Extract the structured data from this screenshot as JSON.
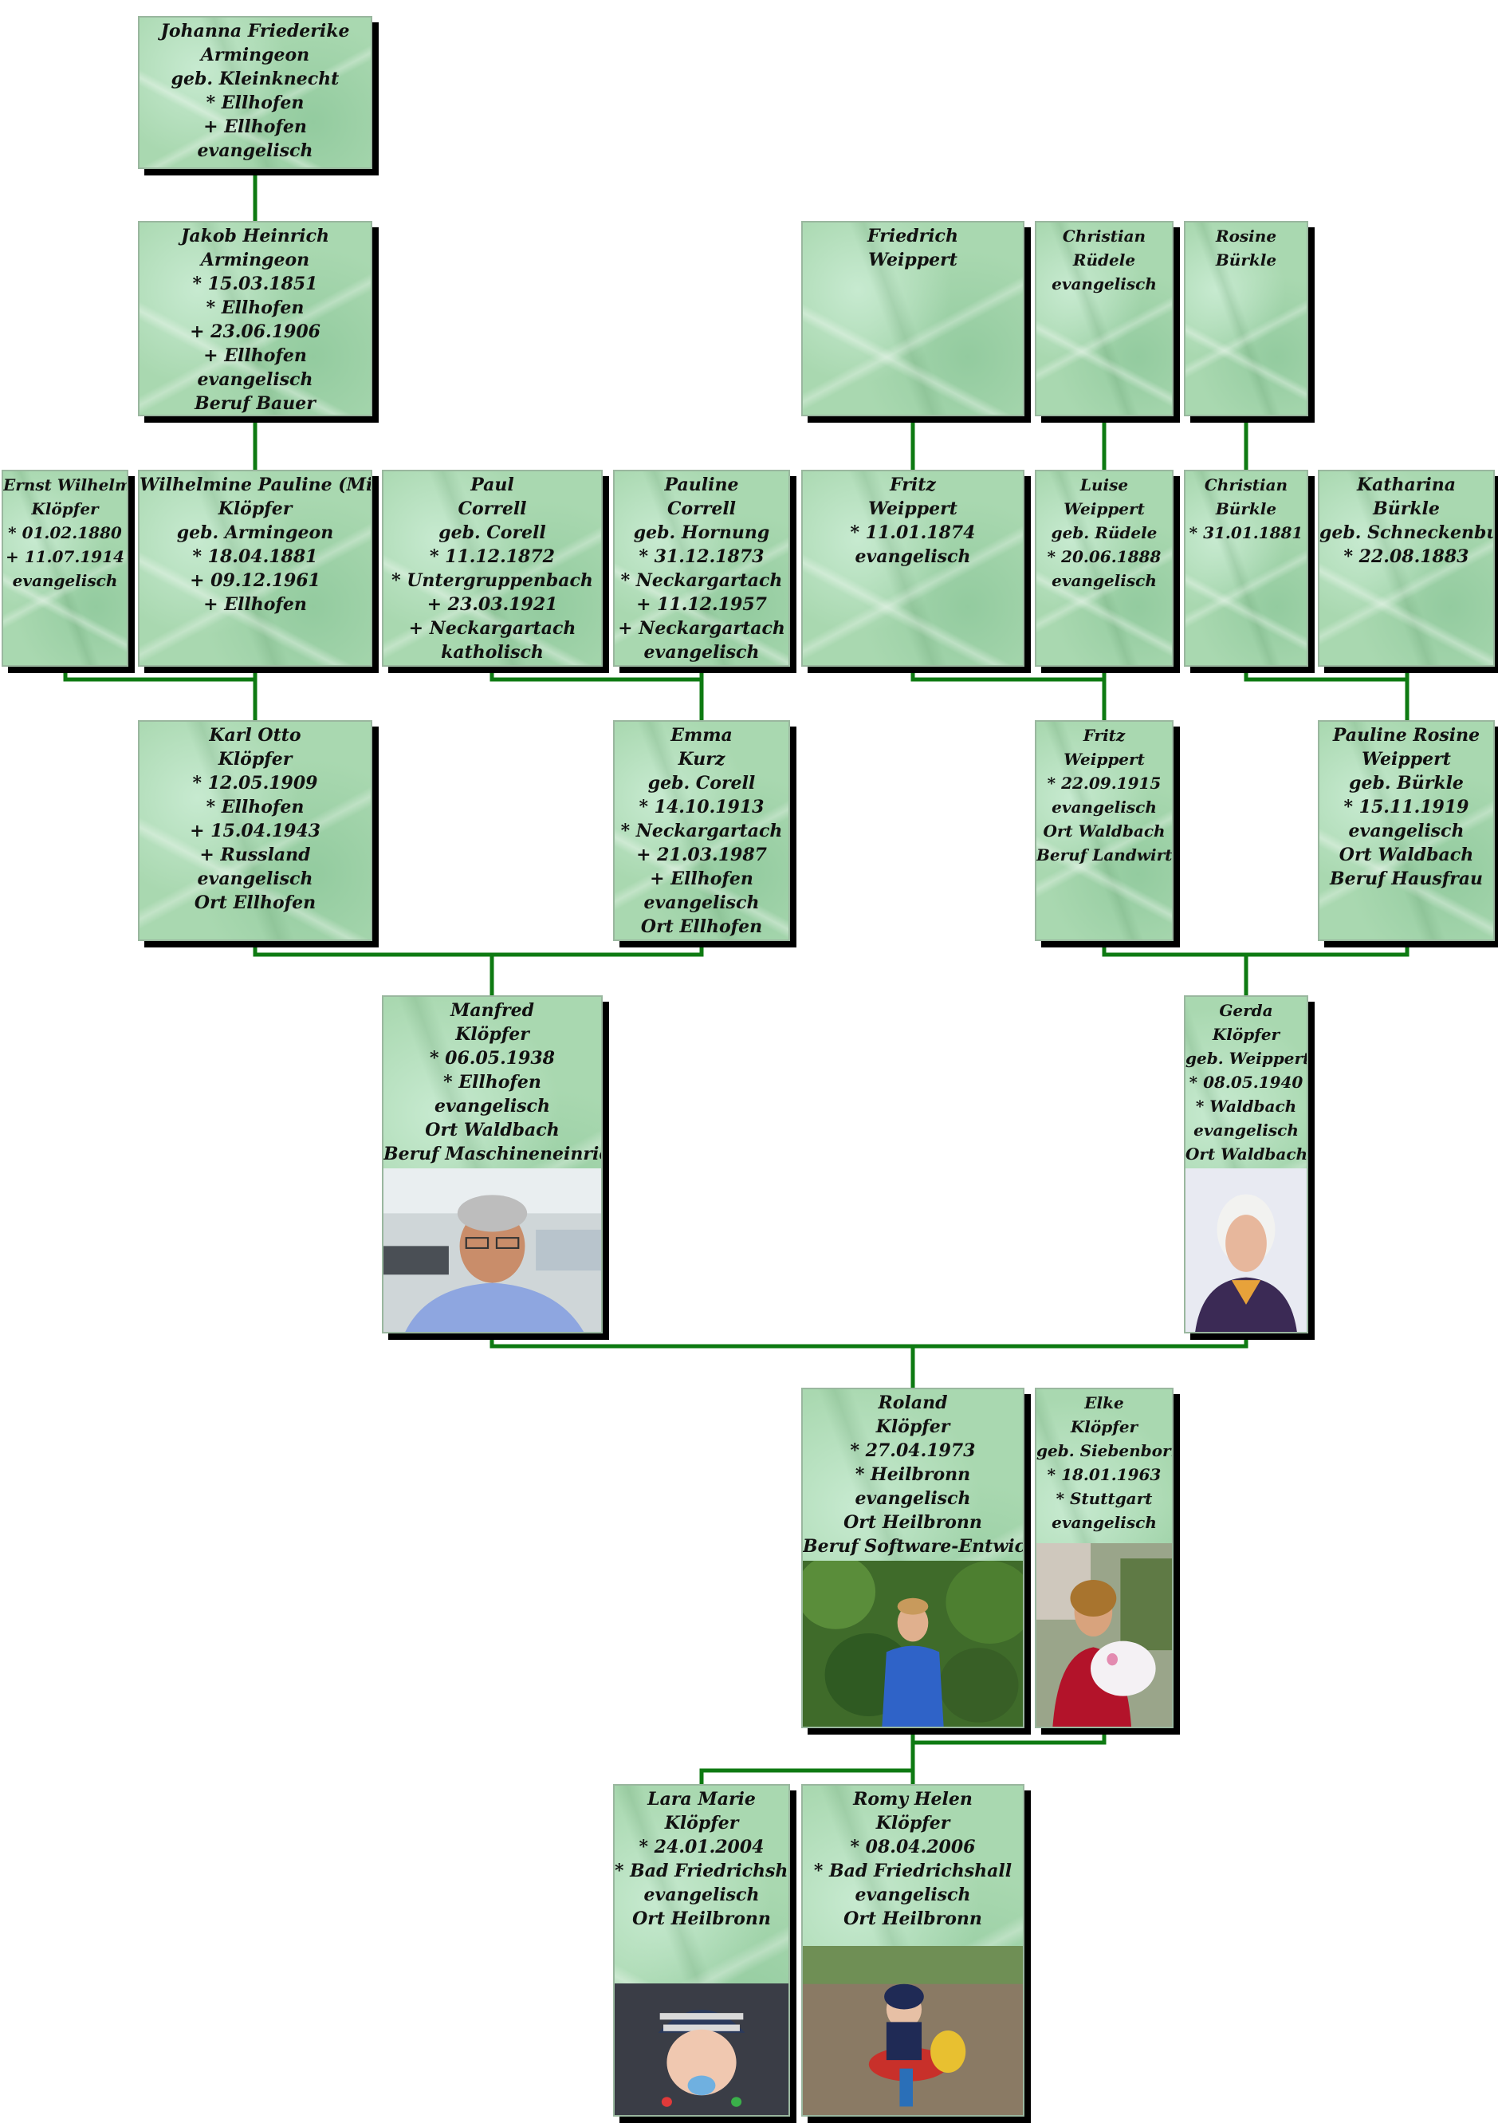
{
  "persons": [
    {
      "id": "johanna",
      "lines": [
        "Johanna Friederike",
        "Armingeon",
        "geb. Kleinknecht",
        "* Ellhofen",
        "+ Ellhofen",
        "evangelisch"
      ]
    },
    {
      "id": "jakob",
      "lines": [
        "Jakob Heinrich",
        "Armingeon",
        "* 15.03.1851",
        "* Ellhofen",
        "+ 23.06.1906",
        "+ Ellhofen",
        "evangelisch",
        "Beruf Bauer"
      ]
    },
    {
      "id": "friedrich",
      "lines": [
        "Friedrich",
        "Weippert"
      ]
    },
    {
      "id": "christian_r",
      "lines": [
        "Christian",
        "Rüdele",
        "evangelisch"
      ]
    },
    {
      "id": "rosine",
      "lines": [
        "Rosine",
        "Bürkle"
      ]
    },
    {
      "id": "ernst",
      "lines": [
        "Ernst Wilhelm",
        "Klöpfer",
        "* 01.02.1880",
        "+ 11.07.1914",
        "evangelisch"
      ]
    },
    {
      "id": "wilhelmine",
      "lines": [
        "Wilhelmine Pauline (Mine)",
        "Klöpfer",
        "geb. Armingeon",
        "* 18.04.1881",
        "+ 09.12.1961",
        "+ Ellhofen"
      ]
    },
    {
      "id": "paul",
      "lines": [
        "Paul",
        "Correll",
        "geb. Corell",
        "* 11.12.1872",
        "* Untergruppenbach",
        "+ 23.03.1921",
        "+ Neckargartach",
        "katholisch"
      ]
    },
    {
      "id": "pauline_c",
      "lines": [
        "Pauline",
        "Correll",
        "geb. Hornung",
        "* 31.12.1873",
        "* Neckargartach",
        "+ 11.12.1957",
        "+ Neckargartach",
        "evangelisch"
      ]
    },
    {
      "id": "fritz1",
      "lines": [
        "Fritz",
        "Weippert",
        "* 11.01.1874",
        "evangelisch"
      ]
    },
    {
      "id": "luise",
      "lines": [
        "Luise",
        "Weippert",
        "geb. Rüdele",
        "* 20.06.1888",
        "evangelisch"
      ]
    },
    {
      "id": "christian_b",
      "lines": [
        "Christian",
        "Bürkle",
        "* 31.01.1881"
      ]
    },
    {
      "id": "katharina",
      "lines": [
        "Katharina",
        "Bürkle",
        "geb. Schneckenburger",
        "* 22.08.1883"
      ]
    },
    {
      "id": "karl",
      "lines": [
        "Karl Otto",
        "Klöpfer",
        "* 12.05.1909",
        "* Ellhofen",
        "+ 15.04.1943",
        "+ Russland",
        "evangelisch",
        "Ort Ellhofen"
      ]
    },
    {
      "id": "emma",
      "lines": [
        "Emma",
        "Kurz",
        "geb. Corell",
        "* 14.10.1913",
        "* Neckargartach",
        "+ 21.03.1987",
        "+ Ellhofen",
        "evangelisch",
        "Ort Ellhofen"
      ]
    },
    {
      "id": "fritz2",
      "lines": [
        "Fritz",
        "Weippert",
        "* 22.09.1915",
        "evangelisch",
        "Ort Waldbach",
        "Beruf Landwirt"
      ]
    },
    {
      "id": "pauline_r",
      "lines": [
        "Pauline Rosine",
        "Weippert",
        "geb. Bürkle",
        "* 15.11.1919",
        "evangelisch",
        "Ort Waldbach",
        "Beruf Hausfrau"
      ]
    },
    {
      "id": "manfred",
      "lines": [
        "Manfred",
        "Klöpfer",
        "* 06.05.1938",
        "* Ellhofen",
        "evangelisch",
        "Ort Waldbach",
        "Beruf Maschineneinrichter"
      ],
      "photo": "man-gray-hair"
    },
    {
      "id": "gerda",
      "lines": [
        "Gerda",
        "Klöpfer",
        "geb. Weippert",
        "* 08.05.1940",
        "* Waldbach",
        "evangelisch",
        "Ort Waldbach"
      ],
      "photo": "woman-white-hair"
    },
    {
      "id": "roland",
      "lines": [
        "Roland",
        "Klöpfer",
        "* 27.04.1973",
        "* Heilbronn",
        "evangelisch",
        "Ort Heilbronn",
        "Beruf Software-Entwickler"
      ],
      "photo": "man-blue-shirt"
    },
    {
      "id": "elke",
      "lines": [
        "Elke",
        "Klöpfer",
        "geb. Siebenborn",
        "* 18.01.1963",
        "* Stuttgart",
        "evangelisch"
      ],
      "photo": "woman-with-baby"
    },
    {
      "id": "lara",
      "lines": [
        "Lara Marie",
        "Klöpfer",
        "* 24.01.2004",
        "* Bad Friedrichshall",
        "evangelisch",
        "Ort Heilbronn"
      ],
      "photo": "baby-striped-hat"
    },
    {
      "id": "romy",
      "lines": [
        "Romy Helen",
        "Klöpfer",
        "* 08.04.2006",
        "* Bad Friedrichshall",
        "evangelisch",
        "Ort Heilbronn"
      ],
      "photo": "child-on-rocker"
    }
  ],
  "colors": {
    "connector": "#0e7a12",
    "card": "#a9d8b0",
    "shadow": "#000000"
  }
}
